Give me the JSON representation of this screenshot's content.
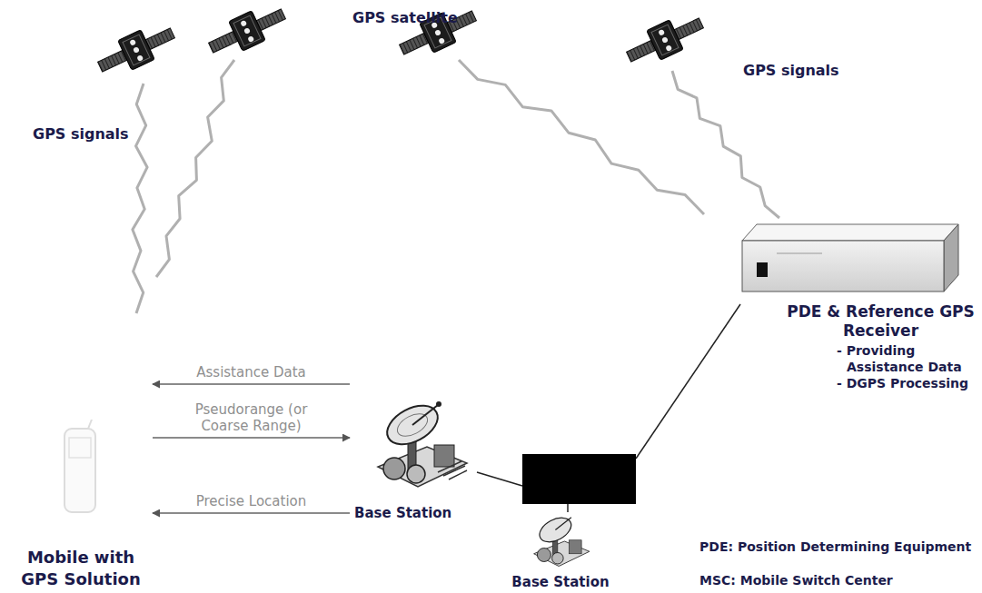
{
  "diagram": {
    "nodes": [
      {
        "text": [
          "PDE & Reference GPS Receiver",
          "- Providing Assistance Data",
          "- DGPS Processing"
        ]
      },
      {
        "text": [
          "Mobile with GPS Solution"
        ]
      },
      {
        "text": [
          "Base Station"
        ]
      },
      {
        "text": []
      },
      {
        "text": [
          "Base Station"
        ]
      }
    ],
    "edges": [
      {
        "from": 2,
        "to": 1,
        "arrow": "to",
        "label": "Assistance Data"
      },
      {
        "from": 1,
        "to": 2,
        "arrow": "to",
        "label": "Pseudorange (or Coarse Range)"
      },
      {
        "from": 2,
        "to": 1,
        "arrow": "to",
        "label": "Precise Location"
      },
      {
        "from": 3,
        "to": 2,
        "arrow": "none"
      },
      {
        "from": 3,
        "to": 4,
        "arrow": "none"
      },
      {
        "from": 3,
        "to": 0,
        "arrow": "none"
      }
    ],
    "labels": [
      "GPS satellite",
      "GPS signals",
      "GPS signals",
      "PDE: Position Determining Equipment",
      "MSC: Mobile Switch Center"
    ]
  }
}
